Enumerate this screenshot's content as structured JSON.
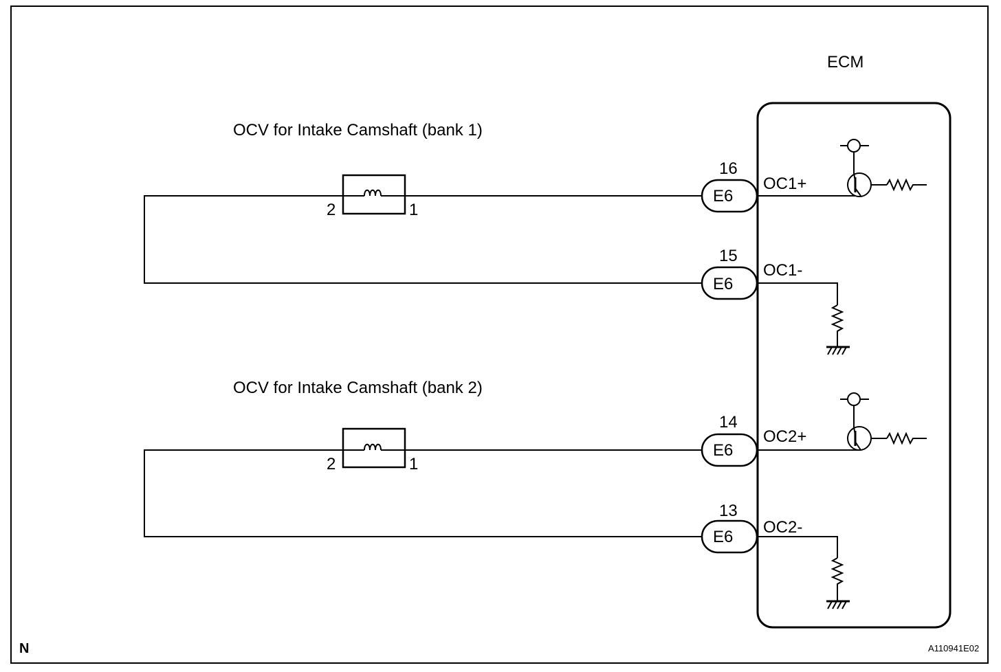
{
  "ecm": {
    "title": "ECM"
  },
  "circuits": [
    {
      "title": "OCV for Intake Camshaft (bank 1)",
      "pin_left": "2",
      "pin_right": "1",
      "pos": {
        "pin": "16",
        "connector": "E6",
        "signal": "OC1+"
      },
      "neg": {
        "pin": "15",
        "connector": "E6",
        "signal": "OC1-"
      }
    },
    {
      "title": "OCV for Intake Camshaft (bank 2)",
      "pin_left": "2",
      "pin_right": "1",
      "pos": {
        "pin": "14",
        "connector": "E6",
        "signal": "OC2+"
      },
      "neg": {
        "pin": "13",
        "connector": "E6",
        "signal": "OC2-"
      }
    }
  ],
  "footer": {
    "left": "N",
    "right": "A110941E02"
  },
  "icons": {
    "coil": "coil-icon",
    "transistor": "transistor-icon",
    "resistor": "resistor-icon",
    "ground": "ground-icon",
    "power": "power-supply-icon"
  }
}
